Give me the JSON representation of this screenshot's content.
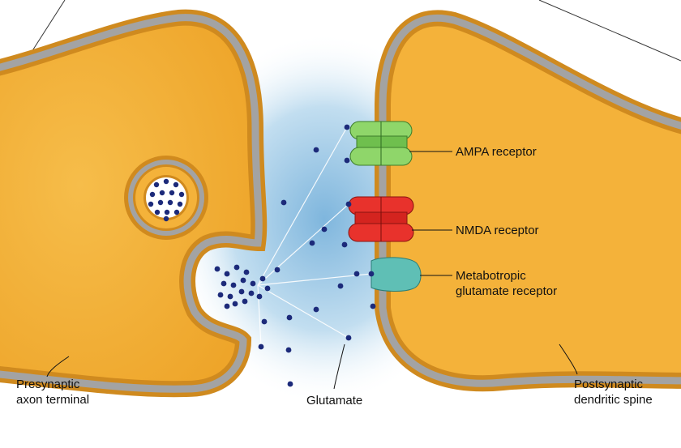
{
  "labels": {
    "ampa": "AMPA receptor",
    "nmda": "NMDA receptor",
    "metabotropic_line1": "Metabotropic",
    "metabotropic_line2": "glutamate receptor",
    "presynaptic_line1": "Presynaptic",
    "presynaptic_line2": "axon terminal",
    "glutamate": "Glutamate",
    "postsynaptic_line1": "Postsynaptic",
    "postsynaptic_line2": "dendritic spine"
  },
  "colors": {
    "cytoplasm": "#f4b23a",
    "membrane_outer": "#d08a1e",
    "membrane_core": "#a3a3a3",
    "cleft": "#a9cde6",
    "ampa": "#8fd66a",
    "nmda": "#e8322c",
    "metabotropic": "#5fbfb5",
    "glutamate": "#1c2a7a"
  }
}
